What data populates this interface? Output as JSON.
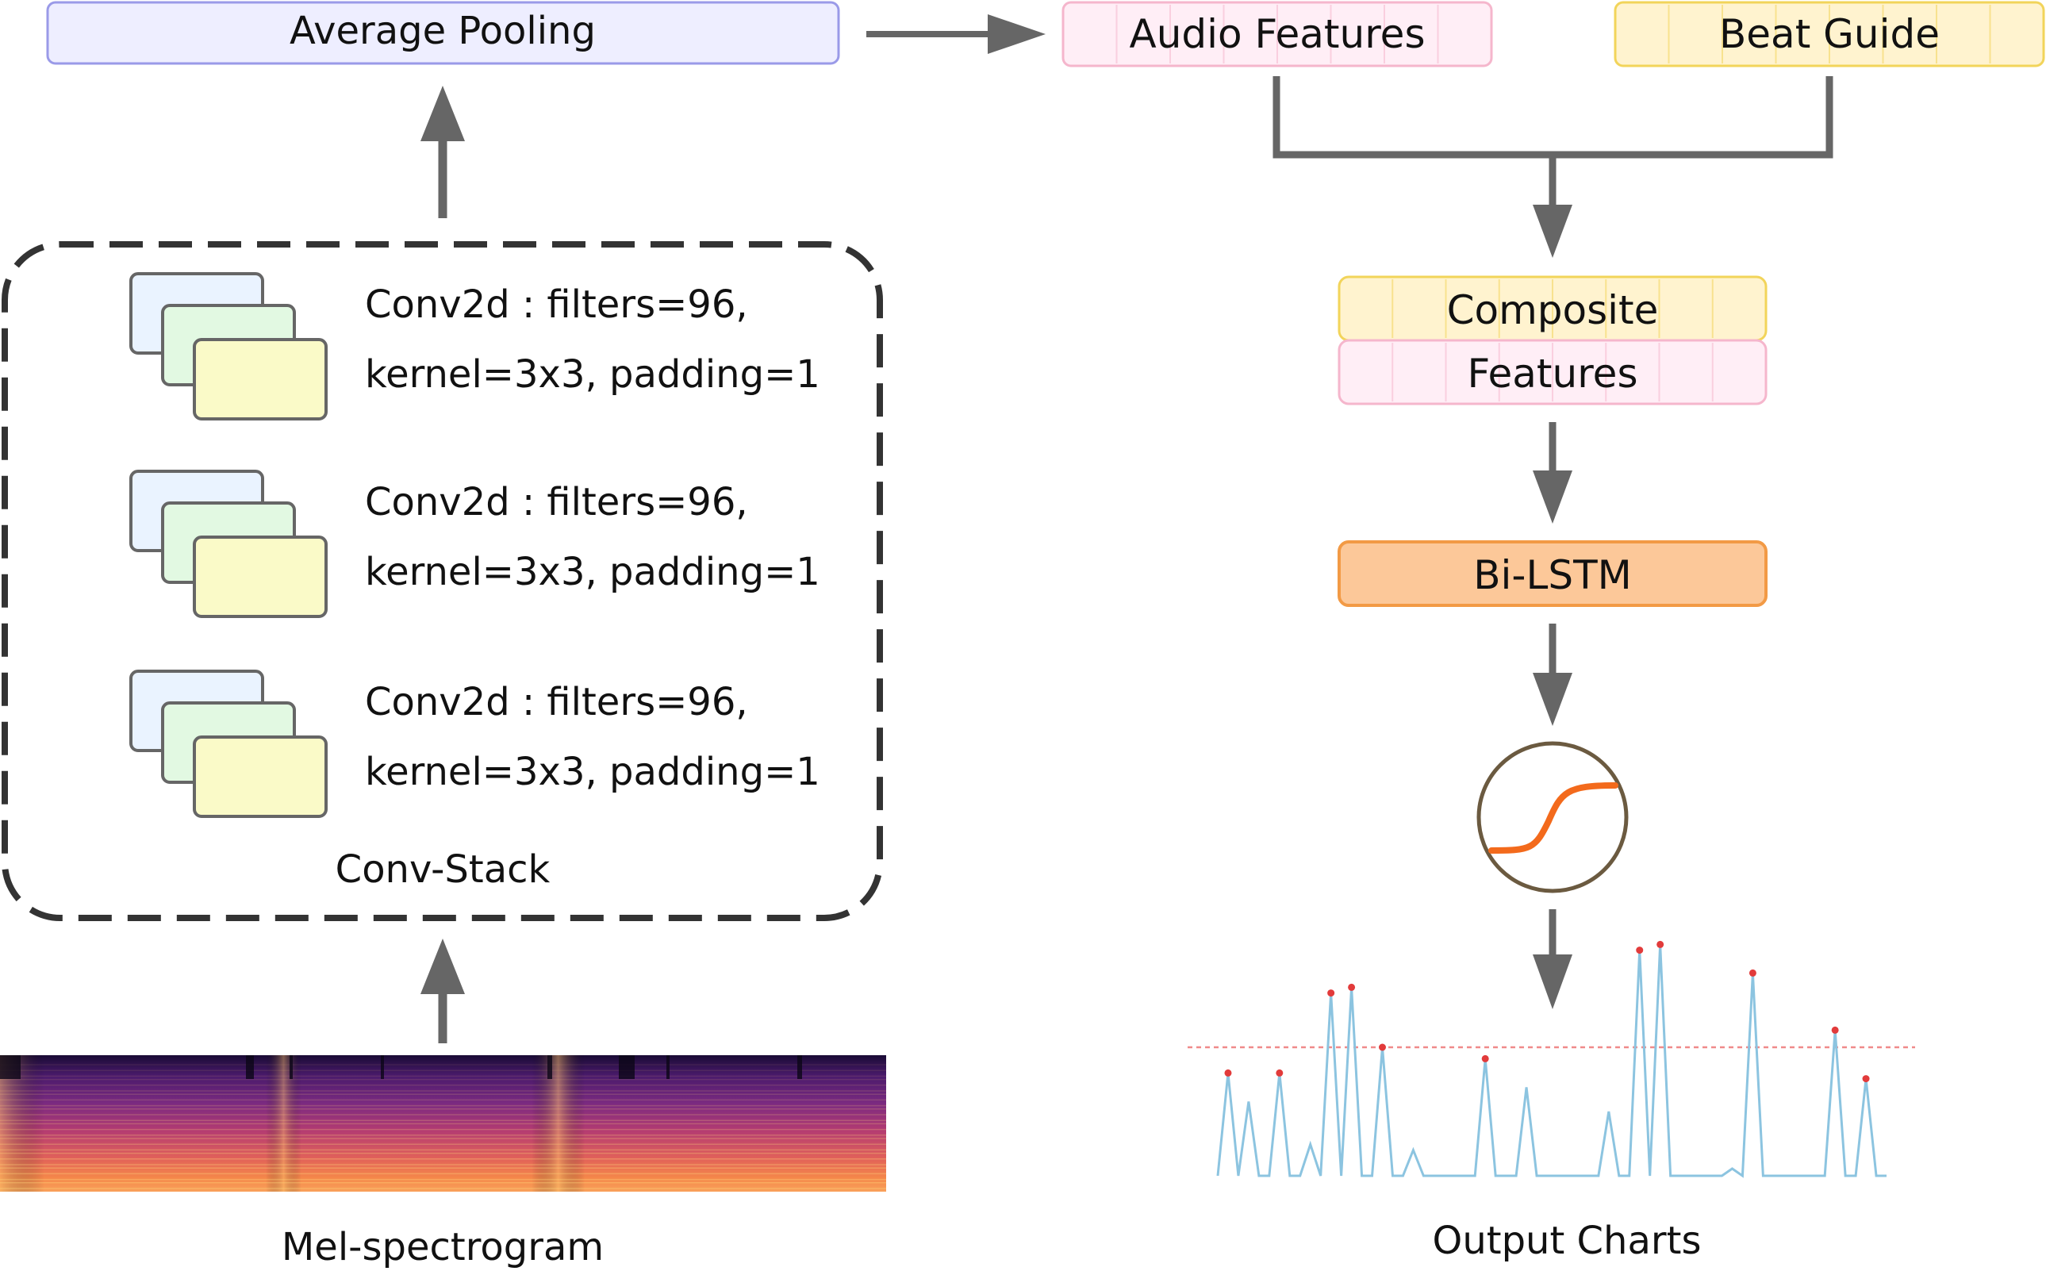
{
  "nodes": {
    "avg_pool": "Average Pooling",
    "audio_features": "Audio Features",
    "beat_guide": "Beat Guide",
    "composite_line1": "Composite",
    "composite_line2": "Features",
    "bilstm": "Bi-LSTM",
    "conv_stack": "Conv-Stack",
    "mel": "Mel-spectrogram",
    "output": "Output Charts"
  },
  "conv_layers": [
    {
      "line1": "Conv2d : filters=96,",
      "line2": "kernel=3x3, padding=1"
    },
    {
      "line1": "Conv2d : filters=96,",
      "line2": "kernel=3x3, padding=1"
    },
    {
      "line1": "Conv2d : filters=96,",
      "line2": "kernel=3x3, padding=1"
    }
  ],
  "colors": {
    "arrow": "#666666",
    "avg_pool_fill": "#eeeeff",
    "avg_pool_stroke": "#9a9ae8",
    "audio_fill": "#ffeef6",
    "audio_stroke": "#f5b6cc",
    "beat_fill": "#fff3cf",
    "beat_stroke": "#f2d45a",
    "bilstm_fill": "#fcc899",
    "bilstm_stroke": "#f29a45",
    "sigmoid_curve": "#f36a1c",
    "sigmoid_ring": "#6b5a40",
    "output_line": "#8cc4e0",
    "output_peak": "#e23b3b",
    "output_threshold": "#f08a8a",
    "card_blue": "#eaf3ff",
    "card_green": "#e2f9e2",
    "card_yellow": "#fafac8"
  },
  "output_series": [
    0.1,
    0.82,
    0.1,
    0.62,
    0.1,
    0.1,
    0.82,
    0.1,
    0.1,
    0.32,
    0.1,
    1.38,
    0.1,
    1.42,
    0.1,
    0.1,
    1.0,
    0.1,
    0.1,
    0.28,
    0.1,
    0.1,
    0.1,
    0.1,
    0.1,
    0.1,
    0.92,
    0.1,
    0.1,
    0.1,
    0.72,
    0.1,
    0.1,
    0.1,
    0.1,
    0.1,
    0.1,
    0.1,
    0.55,
    0.1,
    0.1,
    1.68,
    0.1,
    1.72,
    0.1,
    0.1,
    0.1,
    0.1,
    0.1,
    0.1,
    0.15,
    0.1,
    1.52,
    0.1,
    0.1,
    0.1,
    0.1,
    0.1,
    0.1,
    0.1,
    1.12,
    0.1,
    0.1,
    0.78,
    0.1,
    0.1
  ],
  "output_threshold": 1.0
}
